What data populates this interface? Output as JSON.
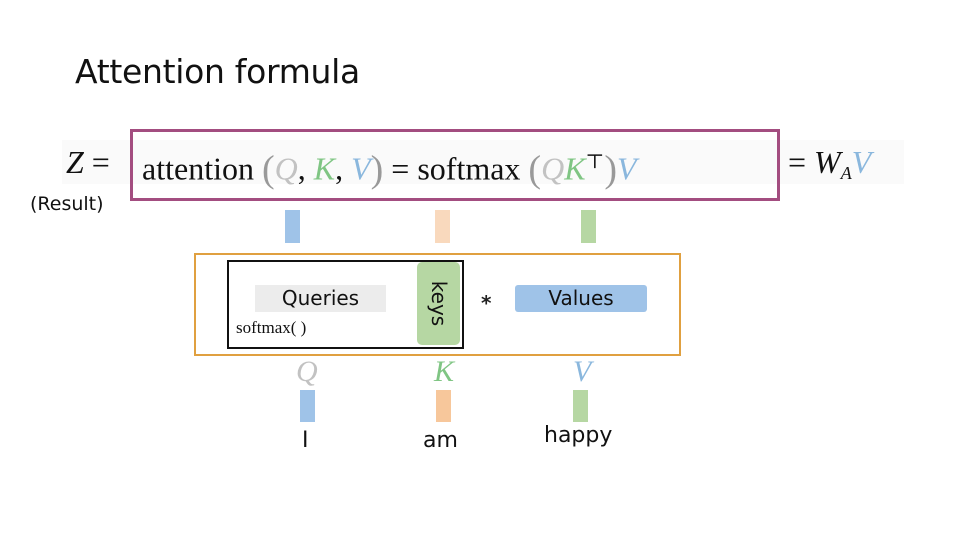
{
  "title": "Attention formula",
  "formula": {
    "z": "Z",
    "eq": "=",
    "attention_word": "attention",
    "q": "Q",
    "k": "K",
    "v": "V",
    "comma": ",",
    "softmax_word": "softmax",
    "transpose": "⊤",
    "w": "W",
    "w_sub": "A"
  },
  "result_label": "(Result)",
  "diagram": {
    "queries": "Queries",
    "softmax_small": "softmax(  )",
    "keys": "keys",
    "multiply": "*",
    "values": "Values"
  },
  "words": [
    "I",
    "am",
    "happy"
  ],
  "colors": {
    "magenta": "#a34d80",
    "orange": "#e0a040",
    "blue": "#9fc3e8",
    "peach": "#f9d9bd",
    "green": "#b6d7a3",
    "q_text": "#c2c2c2",
    "k_text": "#7fc583",
    "v_text": "#8ab7dd"
  }
}
